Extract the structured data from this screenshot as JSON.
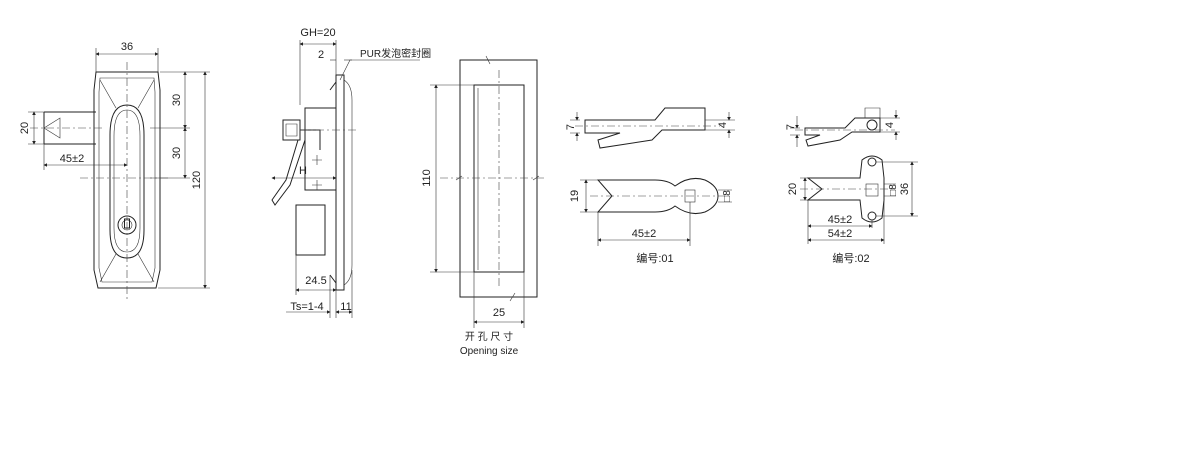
{
  "front_view": {
    "dim_width": "36",
    "dim_lever": "20",
    "dim_offset": "45±2",
    "dim_upper": "30",
    "dim_lower": "30",
    "dim_height": "120"
  },
  "side_view": {
    "dim_gh": "GH=20",
    "dim_gap": "2",
    "seal_note": "PUR发泡密封圈",
    "dim_h": "H",
    "dim_depth": "24.5",
    "dim_ts": "Ts=1-4",
    "dim_back": "11"
  },
  "cutout": {
    "dim_height": "110",
    "dim_width": "25",
    "caption_cn": "开 孔 尺 寸",
    "caption_en": "Opening size"
  },
  "cam_01": {
    "dim_thick": "7",
    "dim_step": "4",
    "dim_width": "19",
    "dim_square": "□8",
    "dim_length": "45±2",
    "caption": "编号:01"
  },
  "cam_02": {
    "dim_thick": "7",
    "dim_step": "4",
    "dim_width": "20",
    "dim_hole": "36",
    "dim_square": "□8",
    "dim_length1": "45±2",
    "dim_length2": "54±2",
    "caption": "编号:02"
  }
}
